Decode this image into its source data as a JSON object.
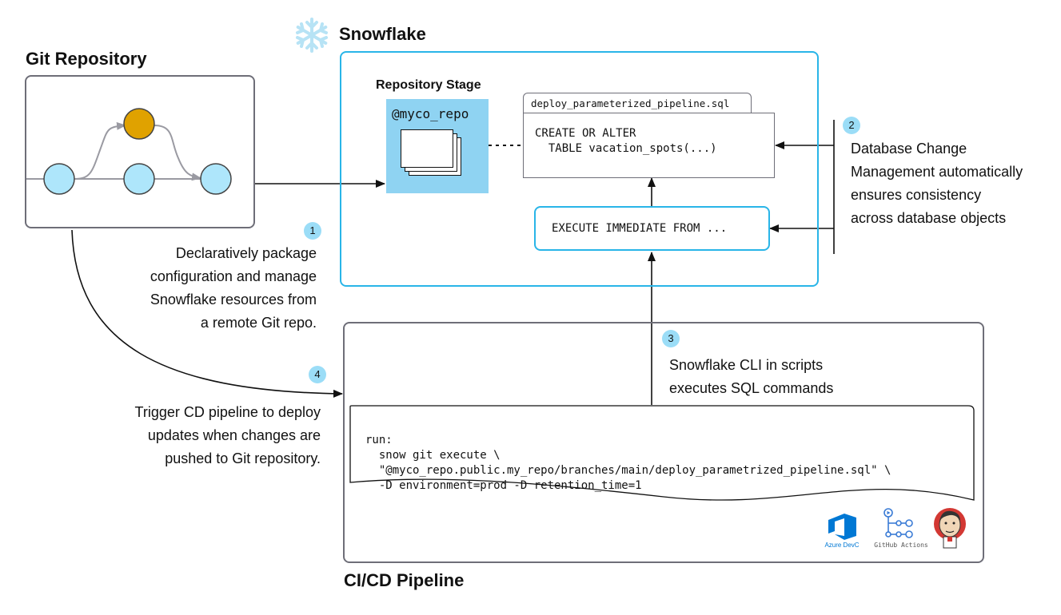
{
  "git_section": {
    "title": "Git Repository"
  },
  "snowflake_section": {
    "title": "Snowflake",
    "stage_title": "Repository Stage",
    "stage_name": "@myco_repo",
    "sql_file": {
      "tab_label": "deploy_parameterized_pipeline.sql",
      "line1": "CREATE OR ALTER",
      "line2": "  TABLE vacation_spots(...)"
    },
    "execute_box": {
      "label": "EXECUTE IMMEDIATE FROM ..."
    }
  },
  "cicd_section": {
    "title": "CI/CD Pipeline",
    "script_lines": [
      "run:",
      "  snow git execute \\",
      "  \"@myco_repo.public.my_repo/branches/main/deploy_parametrized_pipeline.sql\" \\",
      "  -D environment=prod -D retention_time=1"
    ],
    "logos": {
      "azure_label": "Azure DevC",
      "github_label": "GitHub Actions"
    }
  },
  "annotations": [
    {
      "number": "1",
      "lines": [
        "Declaratively package",
        "configuration and manage",
        "Snowflake resources from",
        "a remote Git repo."
      ]
    },
    {
      "number": "2",
      "lines": [
        "Database Change",
        "Management automatically",
        "ensures consistency",
        "across database objects"
      ]
    },
    {
      "number": "3",
      "lines": [
        "Snowflake CLI in scripts",
        "executes SQL commands"
      ]
    },
    {
      "number": "4",
      "lines": [
        "Trigger CD pipeline to deploy",
        "updates when changes are",
        "pushed to Git repository."
      ]
    }
  ],
  "colors": {
    "snowflake_border": "#29b5e8",
    "stage_fill": "#8fd3f2",
    "node_fill": "#aee6fb",
    "commit_highlight": "#e0a200",
    "badge_fill": "#9bddf7",
    "panel_border": "#6e6e78"
  },
  "icons": [
    "snowflake-icon",
    "azure-devops-icon",
    "github-actions-icon",
    "jenkins-icon"
  ]
}
